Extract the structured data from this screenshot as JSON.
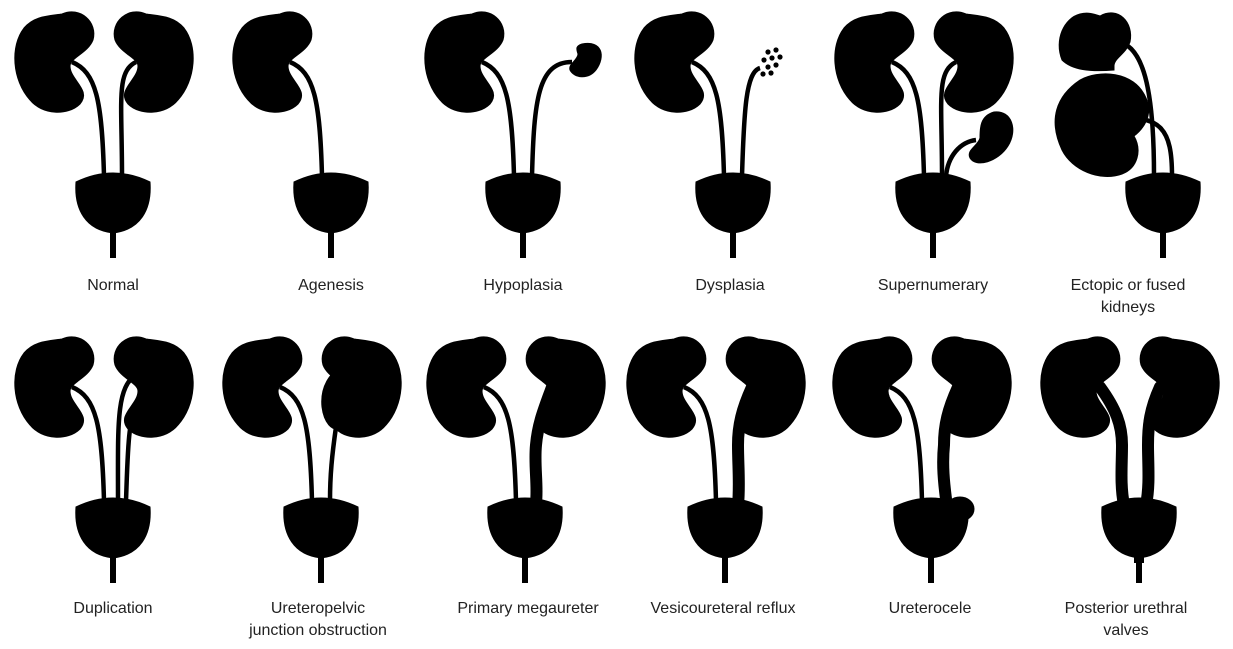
{
  "panels": [
    {
      "id": "normal",
      "label": "Normal"
    },
    {
      "id": "agenesis",
      "label": "Agenesis"
    },
    {
      "id": "hypoplasia",
      "label": "Hypoplasia"
    },
    {
      "id": "dysplasia",
      "label": "Dysplasia"
    },
    {
      "id": "supernumerary",
      "label": "Supernumerary"
    },
    {
      "id": "ectopic-fused",
      "label": "Ectopic or fused\nkidneys"
    },
    {
      "id": "duplication",
      "label": "Duplication"
    },
    {
      "id": "upj-obstruction",
      "label": "Ureteropelvic\njunction obstruction"
    },
    {
      "id": "primary-megaureter",
      "label": "Primary megaureter"
    },
    {
      "id": "vesicoureteral-reflux",
      "label": "Vesicoureteral reflux"
    },
    {
      "id": "ureterocele",
      "label": "Ureterocele"
    },
    {
      "id": "posterior-urethral-valves",
      "label": "Posterior urethral\nvalves"
    }
  ],
  "colors": {
    "fill": "#000000",
    "text": "#222222",
    "background": "#ffffff"
  }
}
